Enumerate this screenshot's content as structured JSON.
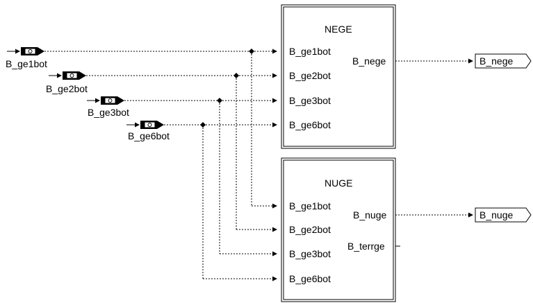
{
  "blocks": [
    {
      "title": "NEGE",
      "inputs": [
        "B_ge1bot",
        "B_ge2bot",
        "B_ge3bot",
        "B_ge6bot"
      ],
      "outputs": [
        "B_nege"
      ]
    },
    {
      "title": "NUGE",
      "inputs": [
        "B_ge1bot",
        "B_ge2bot",
        "B_ge3bot",
        "B_ge6bot"
      ],
      "outputs": [
        "B_nuge",
        "B_terrge"
      ]
    }
  ],
  "inports": [
    {
      "label": "B_ge1bot"
    },
    {
      "label": "B_ge2bot"
    },
    {
      "label": "B_ge3bot"
    },
    {
      "label": "B_ge6bot"
    }
  ],
  "outports": [
    {
      "label": "B_nege"
    },
    {
      "label": "B_nuge"
    }
  ]
}
